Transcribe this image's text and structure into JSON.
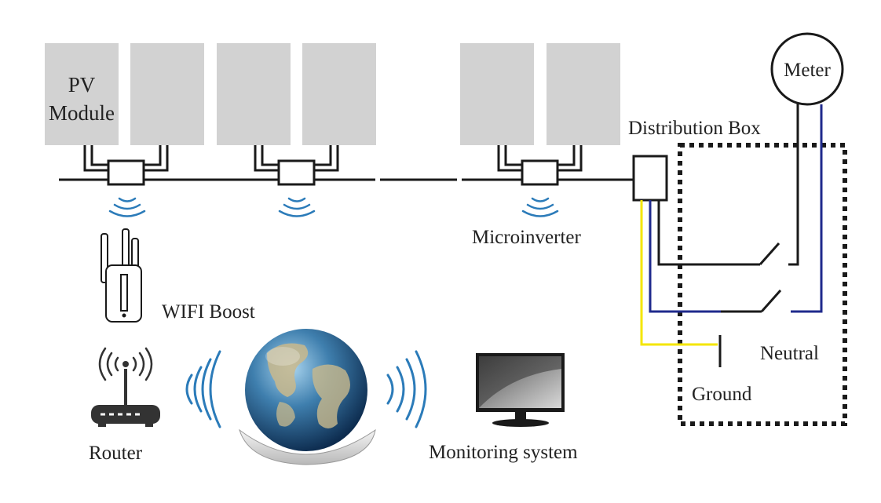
{
  "labels": {
    "pv_module_line1": "PV",
    "pv_module_line2": "Module",
    "meter": "Meter",
    "distribution_box": "Distribution Box",
    "microinverter": "Microinverter",
    "wifi_boost": "WIFI Boost",
    "neutral": "Neutral",
    "ground": "Ground",
    "router": "Router",
    "monitoring_system": "Monitoring system"
  },
  "colors": {
    "panel": "#d2d2d2",
    "line": "#1a1a1a",
    "signal": "#2b7bb9",
    "neutral_wire": "#1f2a8c",
    "ground_wire": "#f4e600"
  },
  "icons": [
    "solar-panel-icon",
    "microinverter-icon",
    "wifi-signal-icon",
    "wifi-booster-icon",
    "router-icon",
    "globe-icon",
    "monitor-icon",
    "meter-icon",
    "switch-icon"
  ]
}
